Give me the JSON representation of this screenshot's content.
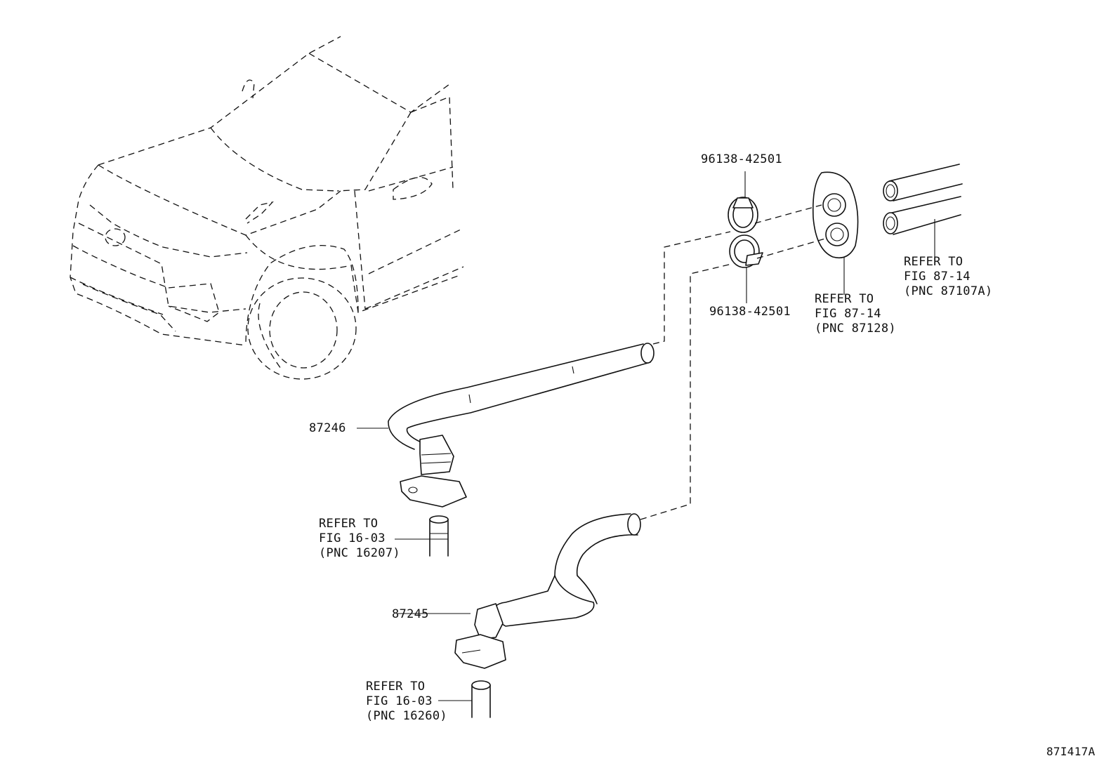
{
  "diagram_id": "87I417A",
  "parts": [
    {
      "part_number": "96138-42501"
    },
    {
      "part_number": "96138-42501"
    },
    {
      "part_number": "87246"
    },
    {
      "part_number": "87245"
    }
  ],
  "references": [
    {
      "line1": "REFER TO",
      "line2": "FIG 87-14",
      "line3": "(PNC 87107A)"
    },
    {
      "line1": "REFER TO",
      "line2": "FIG 87-14",
      "line3": "(PNC 87128)"
    },
    {
      "line1": "REFER TO",
      "line2": "FIG 16-03",
      "line3": "(PNC 16207)"
    },
    {
      "line1": "REFER TO",
      "line2": "FIG 16-03",
      "line3": "(PNC 16260)"
    }
  ]
}
